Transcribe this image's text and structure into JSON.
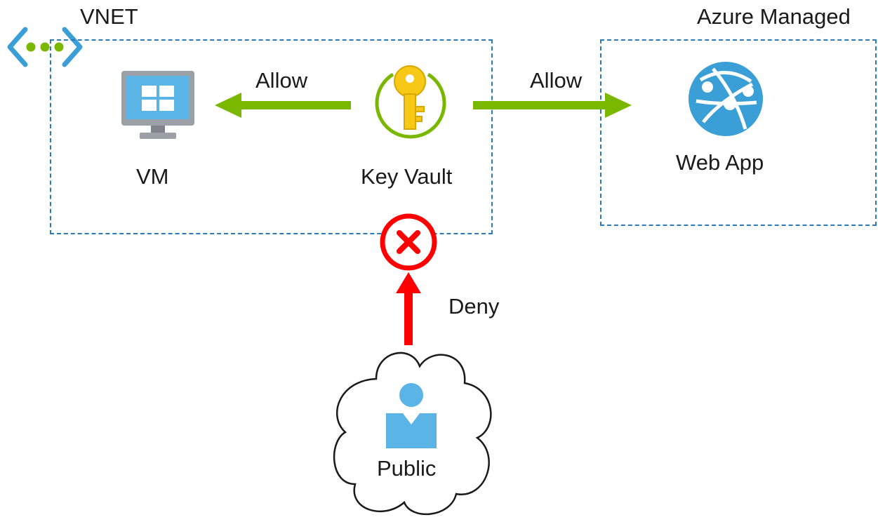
{
  "zones": {
    "vnet": {
      "label": "VNET"
    },
    "azure_managed": {
      "label": "Azure Managed"
    }
  },
  "nodes": {
    "vm": {
      "label": "VM",
      "icon": "windows-vm-icon"
    },
    "key_vault": {
      "label": "Key Vault",
      "icon": "key-vault-icon"
    },
    "web_app": {
      "label": "Web App",
      "icon": "web-app-globe-icon"
    },
    "public": {
      "label": "Public",
      "icon": "user-icon"
    }
  },
  "connections": [
    {
      "from": "Key Vault",
      "to": "VM",
      "label": "Allow",
      "color": "#7ab800"
    },
    {
      "from": "Key Vault",
      "to": "Web App",
      "label": "Allow",
      "color": "#7ab800"
    },
    {
      "from": "Public",
      "to": "Key Vault",
      "label": "Deny",
      "color": "#ff0000"
    }
  ],
  "colors": {
    "allow": "#7ab800",
    "deny": "#ff0000",
    "boundary": "#2a7ab8",
    "azure_blue": "#3a9fd6"
  }
}
